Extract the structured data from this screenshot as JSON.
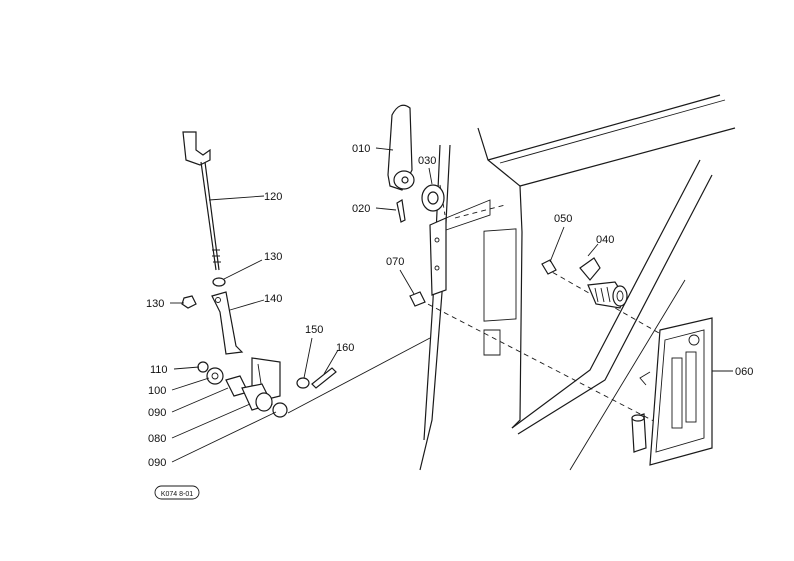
{
  "labels": {
    "p010": "010",
    "p020": "020",
    "p030": "030",
    "p040": "040",
    "p050": "050",
    "p060": "060",
    "p070": "070",
    "p080": "080",
    "p090a": "090",
    "p090b": "090",
    "p100": "100",
    "p110": "110",
    "p120": "120",
    "p130a": "130",
    "p130b": "130",
    "p140": "140",
    "p150": "150",
    "p160": "160"
  },
  "figure_code": "K074 8-01"
}
